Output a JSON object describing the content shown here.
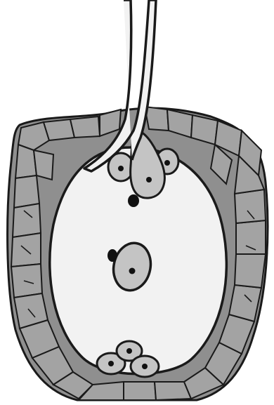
{
  "figure": {
    "caption_fragment": "",
    "watermark": "",
    "colors": {
      "outline": "#1a1a1a",
      "tissue_fill": "#8f8f8f",
      "tissue_cell_fill": "#a3a3a3",
      "sac_fill": "#f2f2f2",
      "cell_fill": "#c4c4c4",
      "nucleus": "#111111",
      "background": "#ffffff"
    },
    "parts": [
      {
        "id": "pollen-tube"
      },
      {
        "id": "ovule-wall"
      },
      {
        "id": "embryo-sac"
      },
      {
        "id": "egg-apparatus"
      },
      {
        "id": "sperm-nucleus"
      },
      {
        "id": "central-cell"
      },
      {
        "id": "antipodal-cells"
      }
    ]
  }
}
